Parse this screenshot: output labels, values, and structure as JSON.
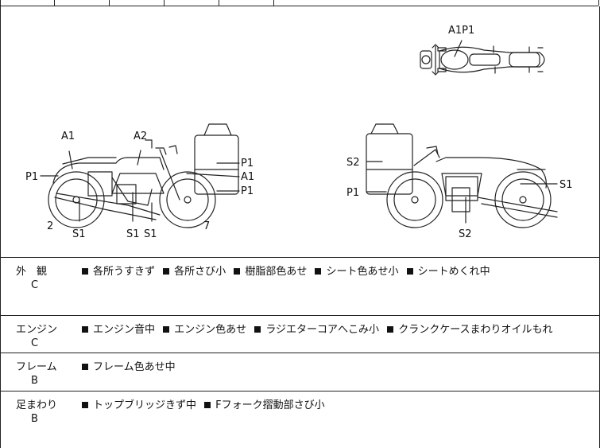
{
  "diagram": {
    "top_view_label": "A1P1",
    "left_labels": {
      "a1": "A1",
      "a2": "A2",
      "p1_left": "P1",
      "p1_bag_top": "P1",
      "a1_bag": "A1",
      "p1_bag_bottom": "P1",
      "num_2": "2",
      "num_7": "7",
      "s1_a": "S1",
      "s1_b": "S1",
      "s1_c": "S1"
    },
    "right_labels": {
      "s2_top": "S2",
      "p1": "P1",
      "s1": "S1",
      "s2_bottom": "S2"
    }
  },
  "sections": [
    {
      "name": "外　観",
      "grade": "C",
      "items": [
        "各所うすきず",
        "各所さび小",
        "樹脂部色あせ",
        "シート色あせ小",
        "シートめくれ中"
      ]
    },
    {
      "name": "エンジン",
      "grade": "C",
      "items": [
        "エンジン音中",
        "エンジン色あせ",
        "ラジエターコアへこみ小",
        "クランクケースまわりオイルもれ"
      ]
    },
    {
      "name": "フレーム",
      "grade": "B",
      "items": [
        "フレーム色あせ中"
      ]
    },
    {
      "name": "足まわり",
      "grade": "B",
      "items": [
        "トップブリッジきず中",
        "Fフォーク摺動部さび小"
      ]
    }
  ]
}
